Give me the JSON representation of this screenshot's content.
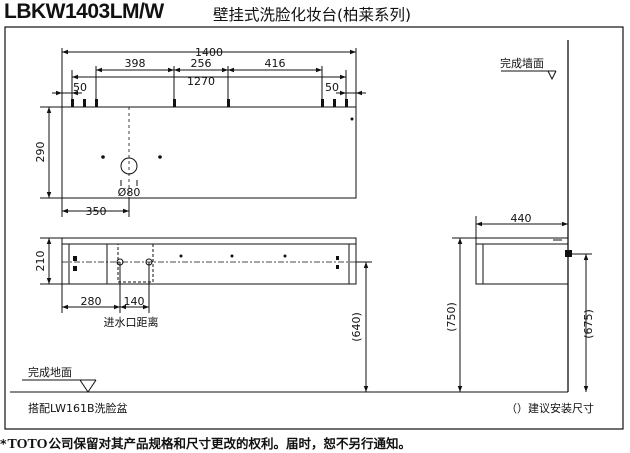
{
  "header": {
    "model": "LBKW1403LM/W",
    "name": "壁挂式洗脸化妆台(柏莱系列)"
  },
  "footer": {
    "note_prefix": "*",
    "brand": "TOTO",
    "note": "公司保留对其产品规格和尺寸更改的权利。届时，恕不另行通知。"
  },
  "labels": {
    "finished_wall": "完成墙面",
    "finished_floor": "完成地面",
    "paired_basin": "搭配LW161B洗脸盆",
    "inlet_distance": "进水口距离",
    "parentheses_note": "（）建议安装尺寸"
  },
  "dimensions": {
    "total_width": "1400",
    "left_span": "398",
    "middle_span": "256",
    "right_span": "416",
    "mount_span": "1270",
    "left_edge": "50",
    "right_edge": "50",
    "depth": "290",
    "hole_diameter": "Ø80",
    "hole_offset": "350",
    "front_height": "210",
    "inlet_offset": "280",
    "inlet_width": "140",
    "side_depth": "440",
    "height_640": "(640)",
    "height_750": "(750)",
    "height_675": "(675)"
  }
}
